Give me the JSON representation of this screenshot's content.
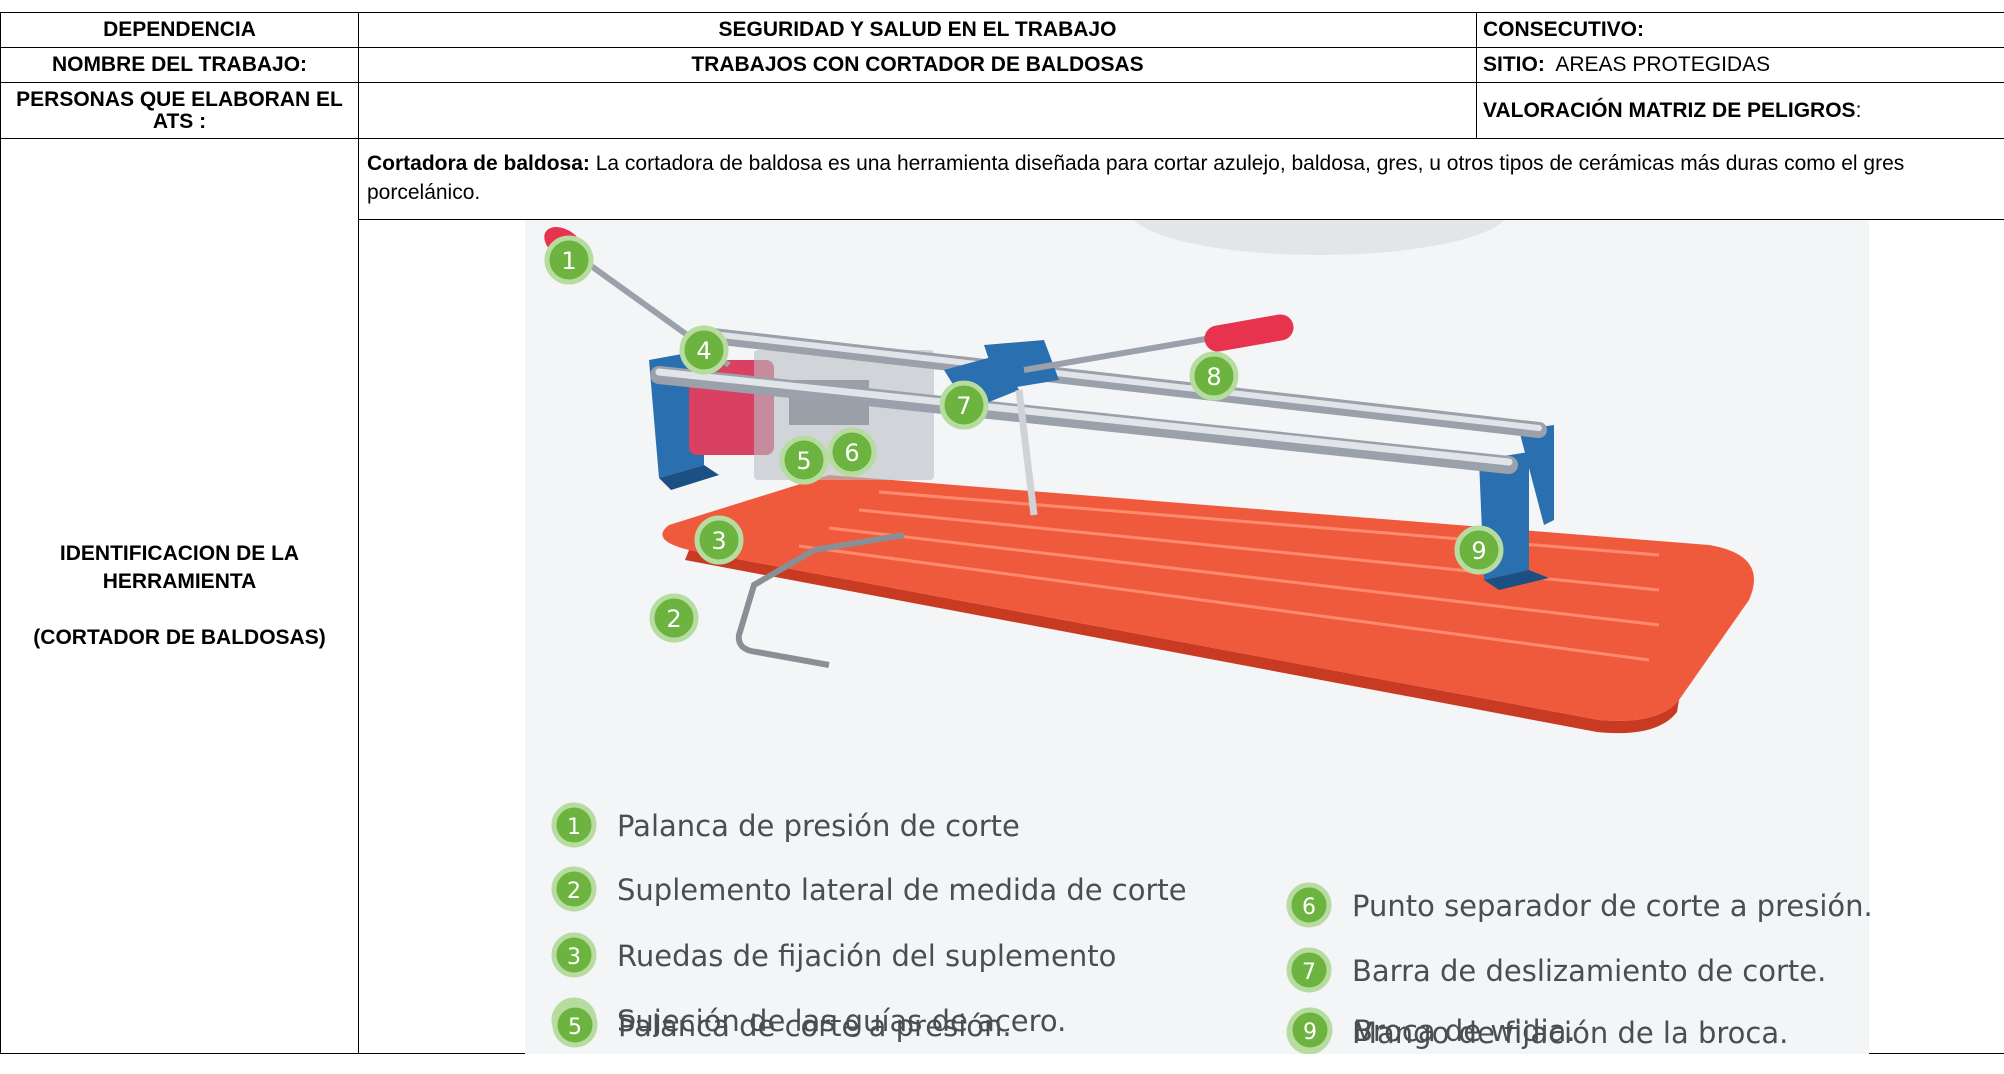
{
  "header": {
    "dependencia_label": "DEPENDENCIA",
    "dependencia_value": "SEGURIDAD Y SALUD EN EL TRABAJO",
    "consecutivo_label": "CONSECUTIVO:",
    "nombre_label": "NOMBRE DEL TRABAJO:",
    "nombre_value": "TRABAJOS CON CORTADOR DE BALDOSAS",
    "sitio_label": "SITIO:",
    "sitio_value": "AREAS PROTEGIDAS",
    "personas_label": "PERSONAS QUE ELABORAN EL ATS :",
    "valoracion_label": "VALORACIÓN MATRIZ DE PELIGROS",
    "valoracion_colon": ":"
  },
  "identificacion": {
    "label_line1": "IDENTIFICACION DE LA HERRAMIENTA",
    "label_line2": "(CORTADOR DE BALDOSAS)",
    "description_term": "Cortadora de baldosa:",
    "description_text": "La cortadora de baldosa es una herramienta diseñada para cortar azulejo, baldosa, gres, u otros tipos de cerámicas más duras como el gres porcelánico."
  },
  "diagram": {
    "markers": [
      "1",
      "2",
      "3",
      "4",
      "5",
      "6",
      "7",
      "8",
      "9"
    ],
    "legend": [
      {
        "num": "1",
        "text": "Palanca de presión de corte"
      },
      {
        "num": "2",
        "text": "Suplemento lateral de medida de corte"
      },
      {
        "num": "3",
        "text": "Ruedas de fijación del suplemento"
      },
      {
        "num": "4",
        "text": "Sujeción de las guías de acero."
      },
      {
        "num": "5",
        "text": "Palanca de corte a presión."
      },
      {
        "num": "6",
        "text": "Punto separador de corte a presión."
      },
      {
        "num": "7",
        "text": "Barra de deslizamiento de corte."
      },
      {
        "num": "8",
        "text": "Mango de fijación de la broca."
      },
      {
        "num": "9",
        "text": "Broca de widia."
      }
    ],
    "colors": {
      "badge": "#6cb33f",
      "base": "#f05a3c",
      "frame": "#2a6fb0",
      "rail": "#c9ced4",
      "handle": "#e8334f"
    }
  }
}
